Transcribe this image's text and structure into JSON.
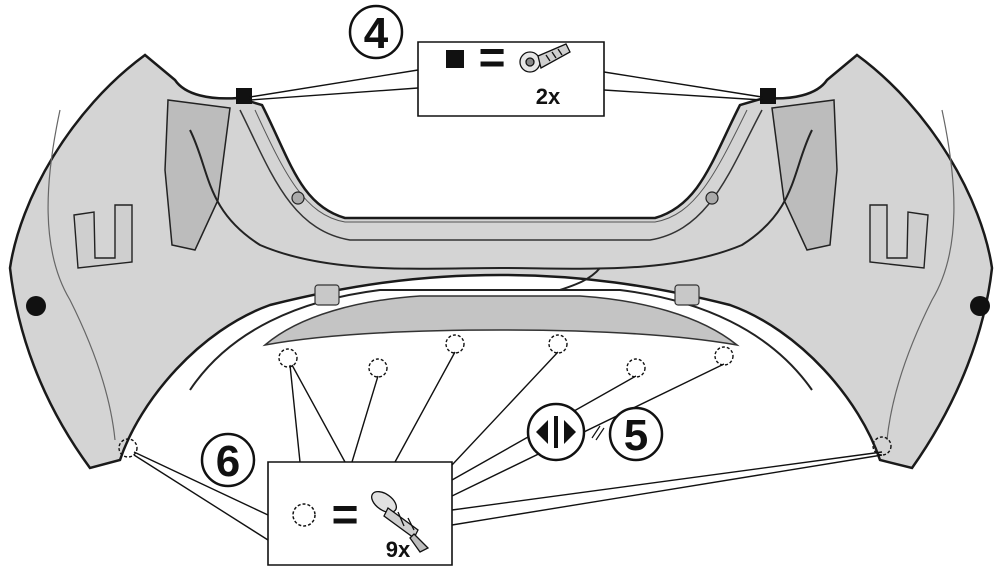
{
  "steps": {
    "step4": "4",
    "step5": "5",
    "step6": "6"
  },
  "legend_screw": {
    "equals": "=",
    "quantity": "2x"
  },
  "legend_clip": {
    "equals": "=",
    "quantity": "9x"
  },
  "colors": {
    "bumper_fill": "#d6d6d6",
    "bumper_dark": "#bdbdbd",
    "line": "#1a1a1a",
    "background": "#ffffff"
  }
}
